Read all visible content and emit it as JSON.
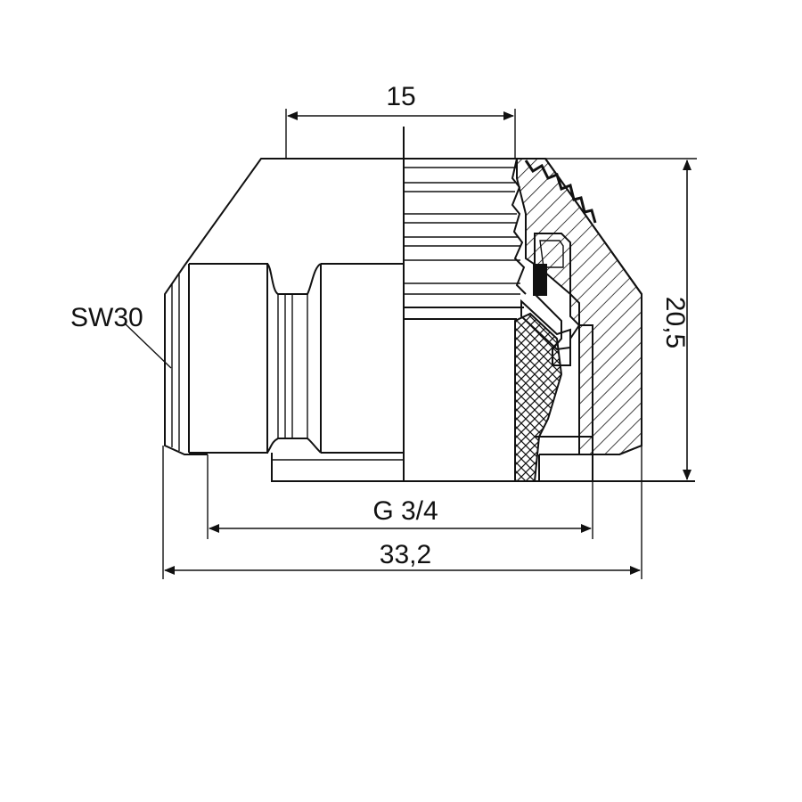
{
  "dimensions": {
    "top_width": "15",
    "wrench_size": "SW30",
    "thread": "G 3/4",
    "overall_width": "33,2",
    "height": "20,5"
  }
}
